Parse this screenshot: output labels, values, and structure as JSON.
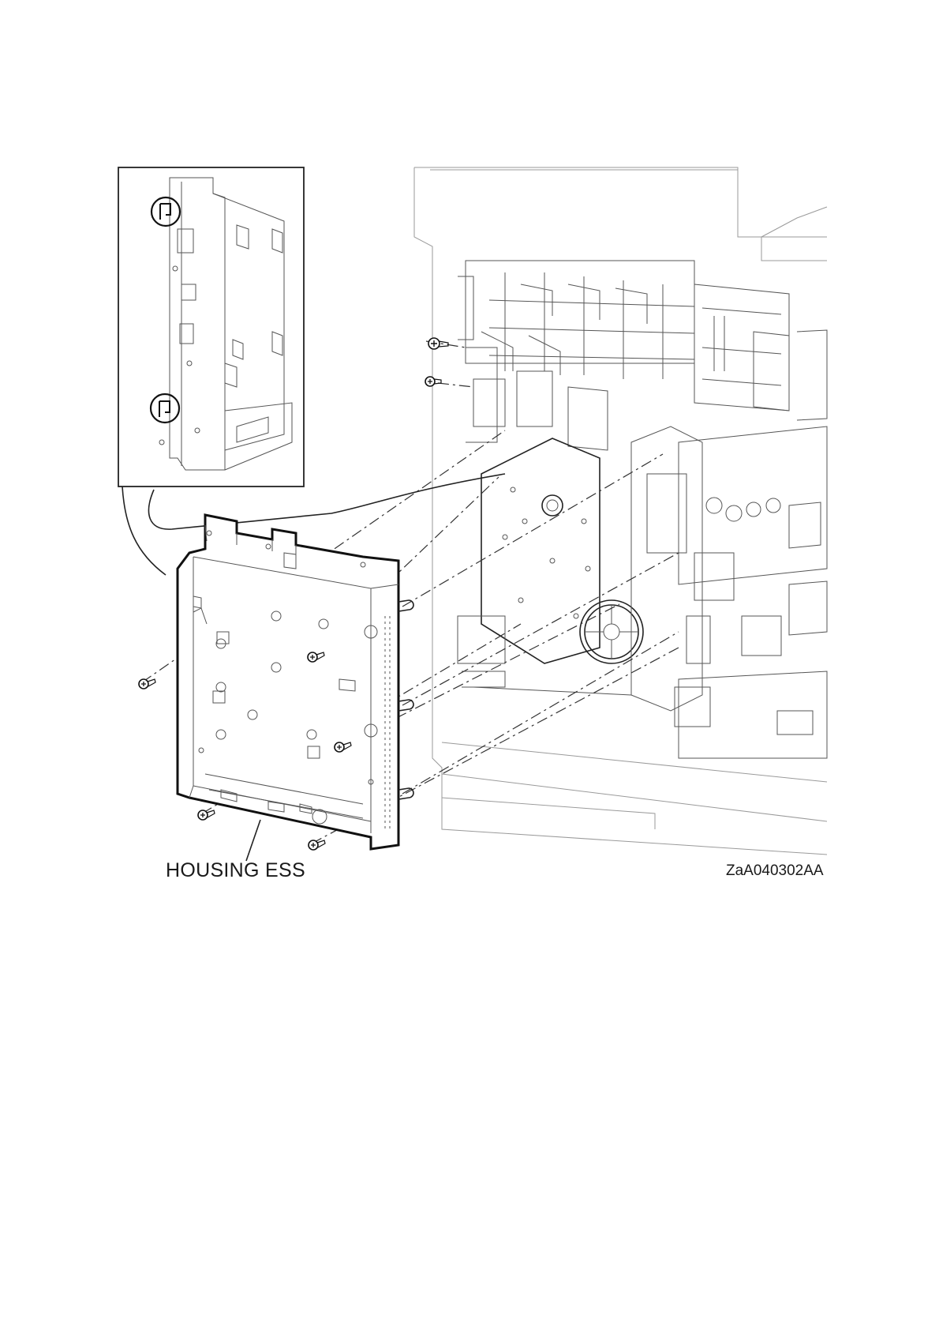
{
  "figure": {
    "part_label": "HOUSING ESS",
    "figure_code": "ZaA040302AA"
  },
  "colors": {
    "line": "#222222",
    "light_line": "#9a9a9a",
    "background": "#ffffff"
  },
  "icons": [
    "screw-icon",
    "hook-detail-circle"
  ]
}
